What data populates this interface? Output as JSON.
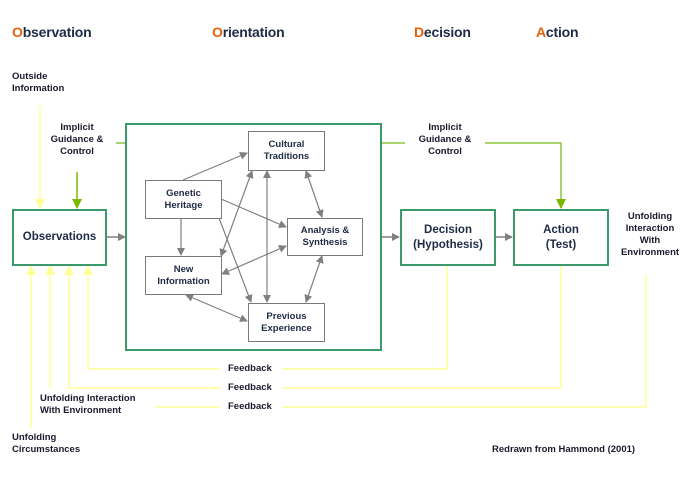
{
  "phases": [
    {
      "initial": "O",
      "rest": "bservation"
    },
    {
      "initial": "O",
      "rest": "rientation"
    },
    {
      "initial": "D",
      "rest": "ecision"
    },
    {
      "initial": "A",
      "rest": "ction"
    }
  ],
  "labels": {
    "outside_information": "Outside\nInformation",
    "implicit_guidance_left": "Implicit\nGuidance &\nControl",
    "implicit_guidance_right": "Implicit\nGuidance &\nControl",
    "unfolding_interaction_right": "Unfolding\nInteraction\nWith\nEnvironment",
    "unfolding_interaction_left": "Unfolding Interaction\nWith Environment",
    "unfolding_circumstances": "Unfolding\nCircumstances",
    "feedback_1": "Feedback",
    "feedback_2": "Feedback",
    "feedback_3": "Feedback",
    "credit": "Redrawn from Hammond (2001)"
  },
  "main_boxes": {
    "observations": "Observations",
    "decision": "Decision\n(Hypothesis)",
    "action": "Action\n(Test)"
  },
  "orientation_boxes": {
    "cultural_traditions": "Cultural\nTraditions",
    "genetic_heritage": "Genetic\nHeritage",
    "analysis_synthesis": "Analysis &\nSynthesis",
    "new_information": "New\nInformation",
    "previous_experience": "Previous\nExperience"
  },
  "colors": {
    "box_border": "#3a9a6a",
    "guidance_line": "#8cc63f",
    "feedback_line": "#ffff99",
    "internal_arrow": "#808080",
    "phase_initial": "#e8600a"
  }
}
